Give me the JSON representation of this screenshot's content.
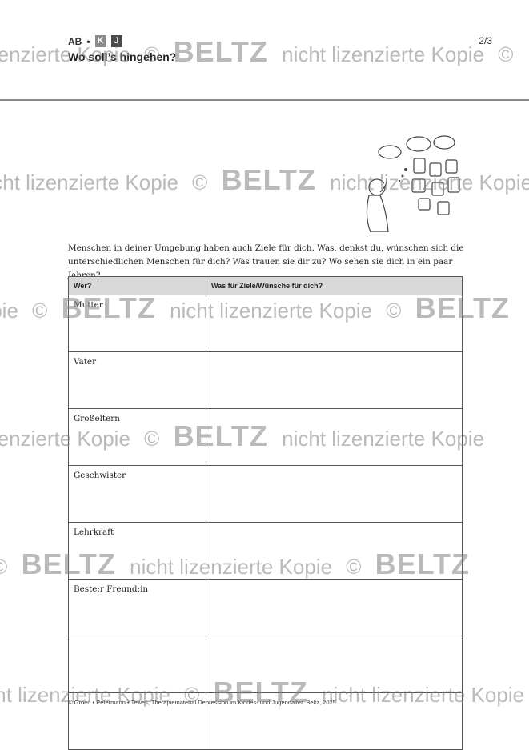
{
  "header": {
    "sheet_type": "AB",
    "bullet": "•",
    "chip_k": "K",
    "chip_j": "J",
    "page": "2/3",
    "title": "Wo soll’s hingehen?"
  },
  "intro": "Menschen in deiner Umgebung haben auch Ziele für dich. Was, denkst du, wünschen sich die unterschiedlichen Menschen für dich? Was trauen sie dir zu? Wo sehen sie dich in ein paar Jahren?",
  "table": {
    "col_who": "Wer?",
    "col_goals": "Was für Ziele/Wünsche für dich?",
    "rows": [
      "Mutter",
      "Vater",
      "Großeltern",
      "Geschwister",
      "Lehrkraft",
      "Beste:r Freund:in",
      "",
      ""
    ]
  },
  "footer": "© Groen • Petermann • Tewes, Therapiematerial Depression im Kindes- und Jugendalter. Beltz, 2025",
  "watermark": {
    "copyright": "©",
    "brand": "BELTZ",
    "text": "nicht lizenzierte Kopie"
  }
}
